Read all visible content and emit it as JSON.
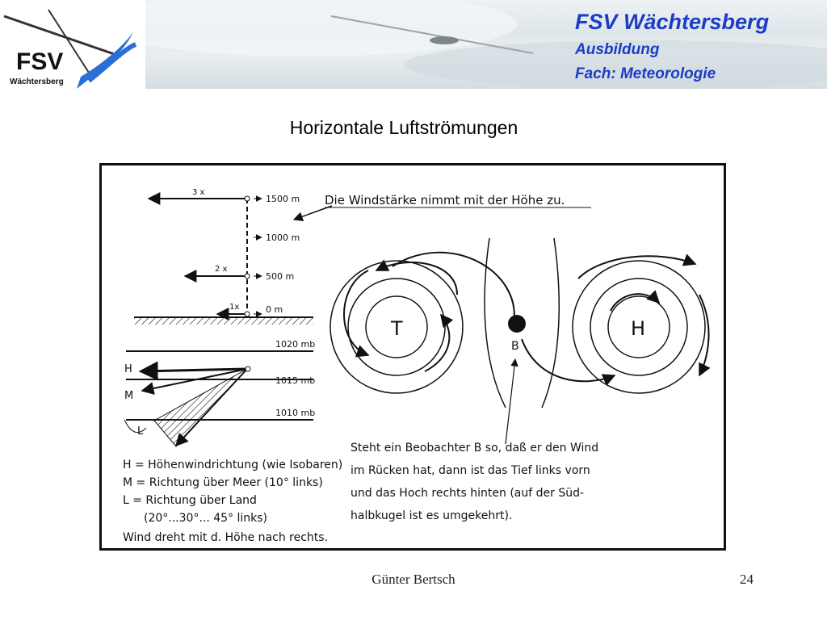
{
  "header": {
    "title": "FSV Wächtersberg",
    "line1": "Ausbildung",
    "line2": "Fach: Meteorologie",
    "logo_text": "FSV",
    "logo_subtext": "Wächtersberg"
  },
  "slide": {
    "title": "Horizontale Luftströmungen"
  },
  "figure": {
    "speed_labels": [
      "3 x",
      "2 x",
      "1x"
    ],
    "heights": [
      "1500 m",
      "1000 m",
      "500 m",
      "0 m"
    ],
    "headline": "Die Windstärke nimmt mit der Höhe zu.",
    "isobars": [
      "1020 mb",
      "1015 mb",
      "1010 mb"
    ],
    "directions": [
      "H",
      "M",
      "L"
    ],
    "legend": [
      "H = Höhenwindrichtung (wie Isobaren)",
      "M = Richtung über Meer (10° links)",
      "L = Richtung über Land",
      "(20°...30°... 45° links)",
      "Wind dreht mit d. Höhe nach rechts."
    ],
    "low_label": "T",
    "high_label": "H",
    "observer_label": "B",
    "observer_text": [
      "Steht ein Beobachter B so, daß er den Wind",
      "im Rücken hat, dann ist das Tief links vorn",
      "und das Hoch rechts hinten (auf der Süd-",
      "halbkugel ist es umgekehrt)."
    ]
  },
  "footer": {
    "author": "Günter Bertsch",
    "page": "24"
  }
}
